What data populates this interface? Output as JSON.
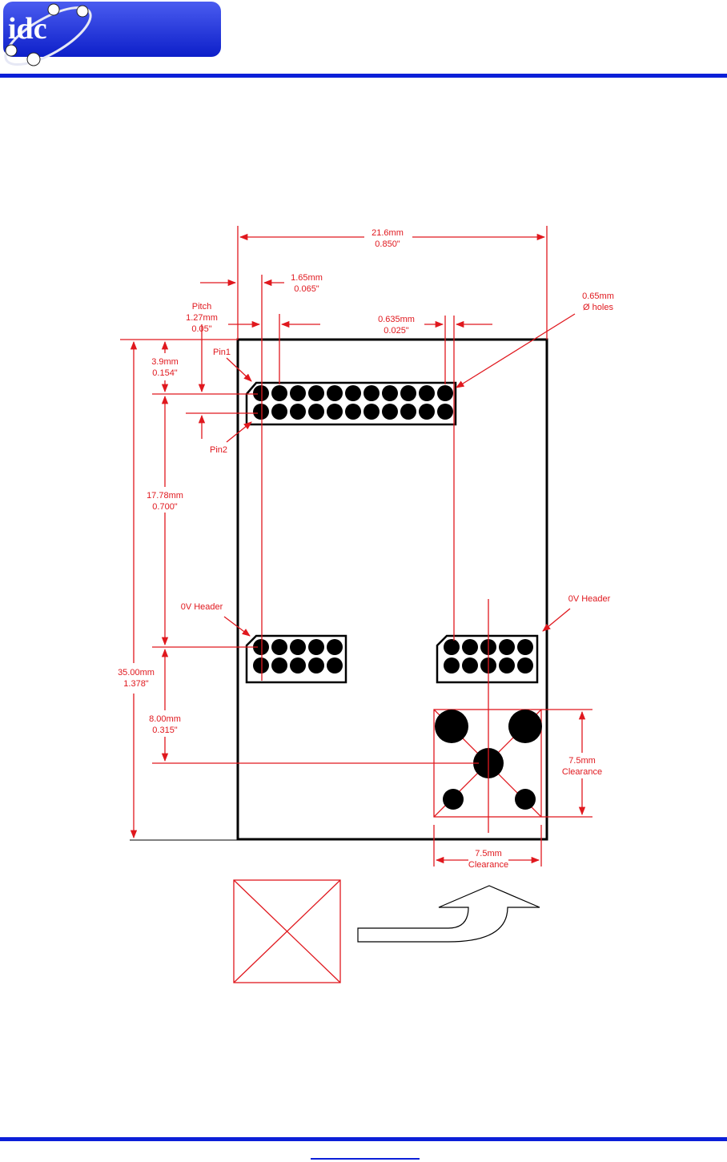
{
  "logo": {
    "text": "idc"
  },
  "colors": {
    "accent_blue": "#0b1fd8",
    "dimension_red": "#e0181e",
    "outline": "#000000"
  },
  "labels": {
    "width_mm": "21.6mm",
    "width_in": "0.850\"",
    "pin_offset_mm": "1.65mm",
    "pin_offset_in": "0.065\"",
    "pitch_title": "Pitch",
    "pitch_mm": "1.27mm",
    "pitch_in": "0.05\"",
    "pad_mm": "0.635mm",
    "pad_in": "0.025\"",
    "holes_mm": "0.65mm",
    "holes_desc": "Ø holes",
    "top_offset_mm": "3.9mm",
    "top_offset_in": "0.154\"",
    "pin1": "Pin1",
    "pin2": "Pin2",
    "row_spacing_mm": "17.78mm",
    "row_spacing_in": "0.700\"",
    "header_left": "0V Header",
    "header_right": "0V Header",
    "height_mm": "35.00mm",
    "height_in": "1.378\"",
    "bottom_offset_mm": "8.00mm",
    "bottom_offset_in": "0.315\"",
    "clearance_v_mm": "7.5mm",
    "clearance_v_text": "Clearance",
    "clearance_h_mm": "7.5mm",
    "clearance_h_text": "Clearance"
  }
}
